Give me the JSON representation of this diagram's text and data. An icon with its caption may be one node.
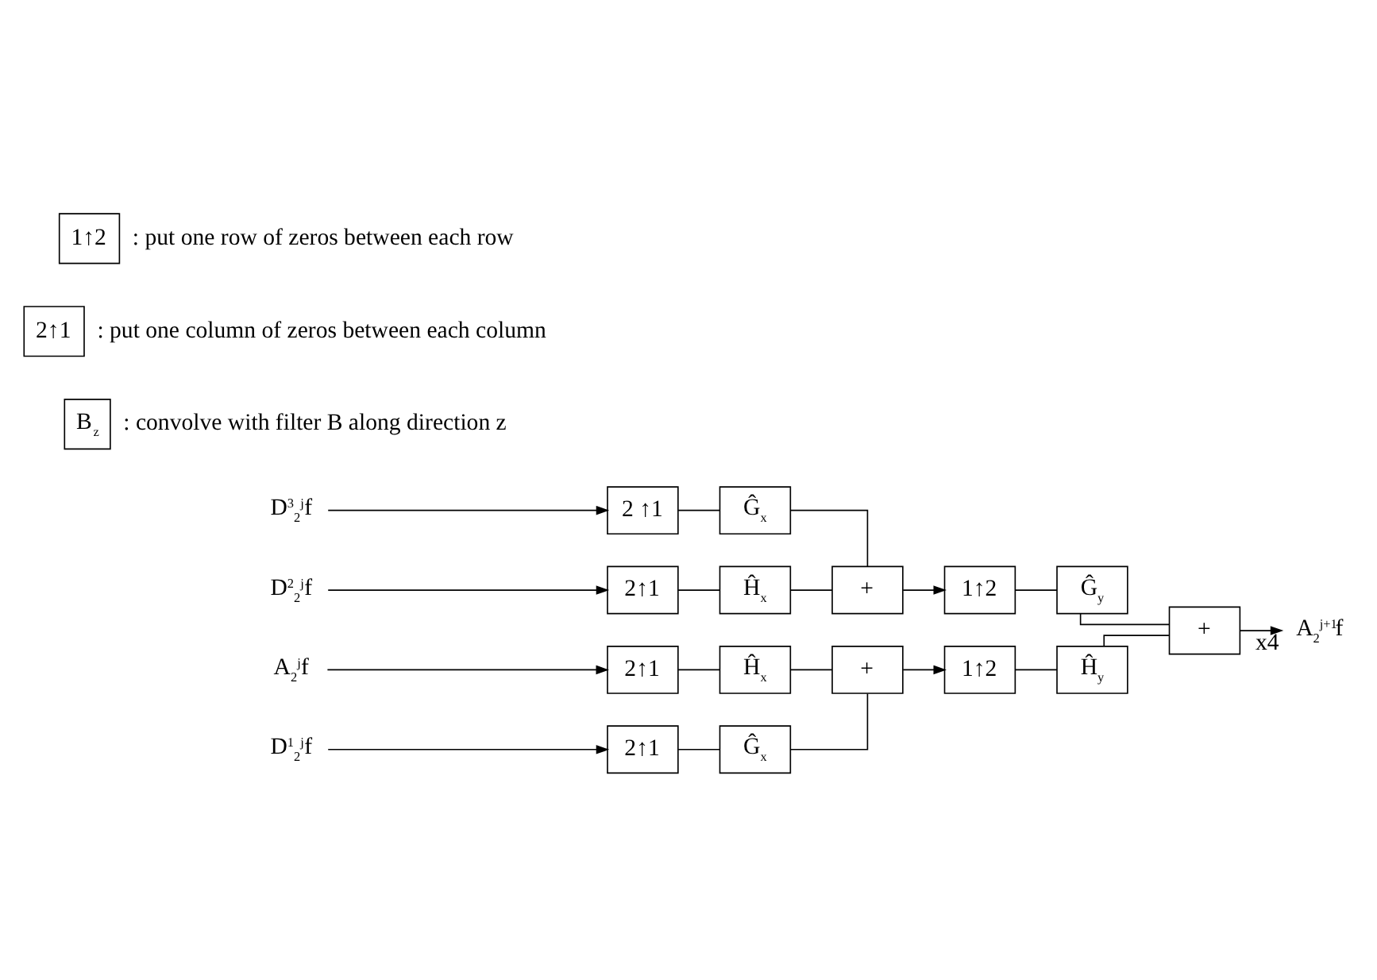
{
  "diagram": {
    "nodes": [
      {
        "text": [
          "D$^{3}$$_{2}$$^{j}$f"
        ]
      },
      {
        "text": [
          "2 ↑1"
        ]
      },
      {
        "text": [
          "Ĝ$_{x}$"
        ]
      },
      {
        "text": [
          "D$^{2}$$_{2}$$^{j}$f"
        ]
      },
      {
        "text": [
          "2↑1"
        ]
      },
      {
        "text": [
          "Ĥ$_{x}$"
        ]
      },
      {
        "text": [
          "+"
        ]
      },
      {
        "text": [
          "1↑2"
        ]
      },
      {
        "text": [
          "Ĝ$_{y}$"
        ]
      },
      {
        "text": [
          "D$^{1}$$_{2}$$^{j}$f"
        ]
      },
      {
        "text": [
          "2↑1"
        ]
      },
      {
        "text": [
          "Ĝ$_{x}$"
        ]
      },
      {
        "text": [
          "A$_{2}$$^{j}$f"
        ]
      },
      {
        "text": [
          "2↑1"
        ]
      },
      {
        "text": [
          "Ĥ$_{x}$"
        ]
      },
      {
        "text": [
          "+"
        ]
      },
      {
        "text": [
          "1↑2"
        ]
      },
      {
        "text": [
          "Ĥ$_{y}$"
        ]
      },
      {
        "text": [
          "+"
        ]
      },
      {
        "text": [
          "A$_{2}$$^{j+1}$f"
        ]
      },
      {
        "text": [
          "B$_{z}$"
        ],
        "beside": [
          ": convolve with filter B along direction z"
        ]
      },
      {
        "text": [
          "2↑1"
        ],
        "beside": [
          ": put one column of zeros between each column"
        ]
      },
      {
        "text": [
          "1↑2"
        ],
        "beside": [
          ": put one row of zeros between each row"
        ]
      }
    ],
    "edges": [
      {
        "from": 0,
        "to": 1,
        "arrow": "to"
      },
      {
        "from": 1,
        "to": 2,
        "arrow": "none"
      },
      {
        "from": 2,
        "to": 6,
        "arrow": "none"
      },
      {
        "from": 3,
        "to": 4,
        "arrow": "to"
      },
      {
        "from": 4,
        "to": 5,
        "arrow": "none"
      },
      {
        "from": 5,
        "to": 6,
        "arrow": "none"
      },
      {
        "from": 6,
        "to": 7,
        "arrow": "to"
      },
      {
        "from": 7,
        "to": 8,
        "arrow": "none"
      },
      {
        "from": 8,
        "to": 18,
        "arrow": "none"
      },
      {
        "from": 9,
        "to": 10,
        "arrow": "to"
      },
      {
        "from": 10,
        "to": 11,
        "arrow": "none"
      },
      {
        "from": 11,
        "to": 15,
        "arrow": "none"
      },
      {
        "from": 12,
        "to": 13,
        "arrow": "to"
      },
      {
        "from": 13,
        "to": 14,
        "arrow": "none"
      },
      {
        "from": 14,
        "to": 15,
        "arrow": "none"
      },
      {
        "from": 15,
        "to": 16,
        "arrow": "to"
      },
      {
        "from": 16,
        "to": 17,
        "arrow": "none"
      },
      {
        "from": 17,
        "to": 18,
        "arrow": "none"
      },
      {
        "from": 18,
        "to": 19,
        "label": "x4",
        "arrow": "to"
      }
    ]
  }
}
